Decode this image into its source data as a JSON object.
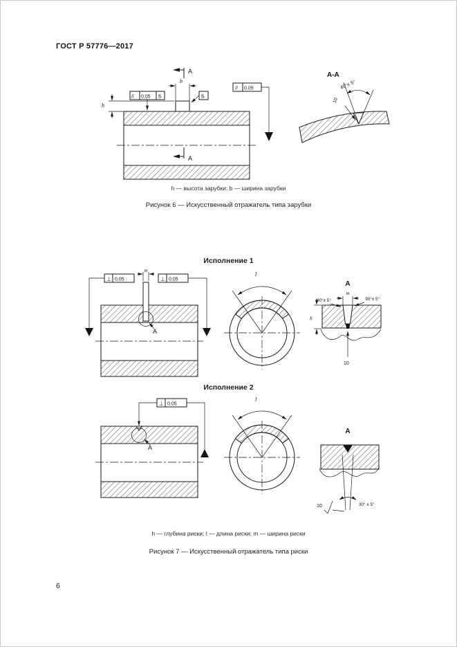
{
  "document": {
    "header": "ГОСТ Р 57776—2017",
    "page_number": "6"
  },
  "figure6": {
    "legend": "h — высота зарубки; b — ширина зарубки",
    "caption": "Рисунок 6 — Искусственный отражатель типа зарубки",
    "section_letter": "А",
    "section_view": "А-А",
    "dim_b": "b",
    "dim_h": "h",
    "tol_left_symbol": "//",
    "tol_left_value": "0,05",
    "tol_left_datum": "Б",
    "tol_right_symbol": "//",
    "tol_right_value": "0,05",
    "datum_flag": "Б",
    "angle_45": "45°± 5°",
    "roughness_10": "10"
  },
  "figure7": {
    "variant1": "Исполнение 1",
    "variant2": "Исполнение 2",
    "legend": "h — глубина риски; l — длина риски; m — ширина риски",
    "caption": "Рисунок 7 — Искусственный отражатель типа риски",
    "detail_letter": "А",
    "dim_l": "l",
    "dim_m": "m",
    "dim_h": "h",
    "tol_symbol": "⊥",
    "tol_value": "0,05",
    "angle_90": "90°± 5°",
    "angle_30": "30° ± 5°",
    "roughness_10": "10"
  }
}
